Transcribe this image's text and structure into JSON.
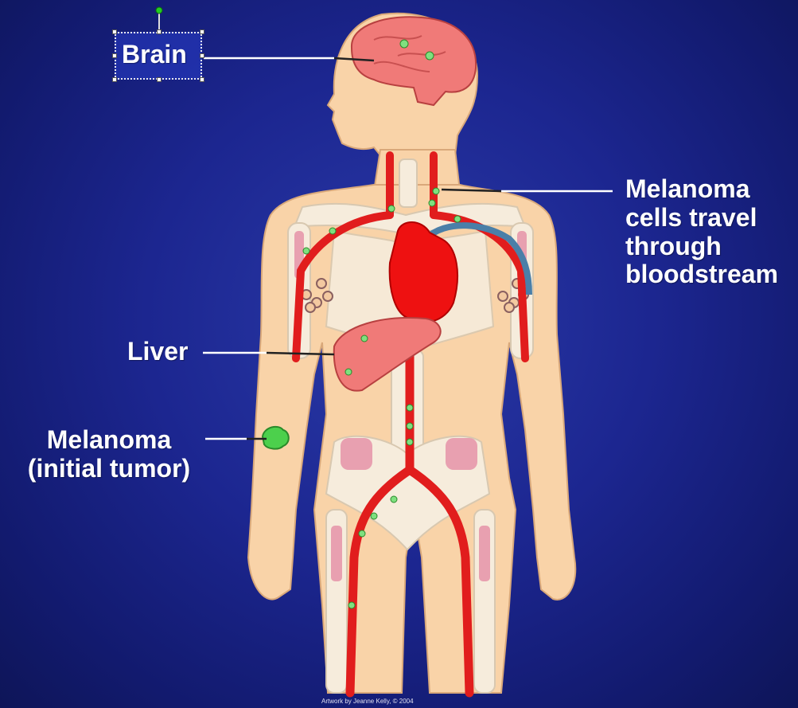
{
  "labels": {
    "brain": "Brain",
    "bloodstream": [
      "Melanoma",
      "cells travel",
      "through",
      "bloodstream"
    ],
    "liver": "Liver",
    "melanoma": [
      "Melanoma",
      "(initial tumor)"
    ]
  },
  "credit": "Artwork by Jeanne Kelly, © 2004",
  "colors": {
    "background": "#1c2690",
    "skin": "#f9d3a8",
    "bone": "#f6ecdc",
    "artery": "#e11d1d",
    "vein": "#4a7fa8",
    "organ": "#f07a78",
    "heart": "#ee1111",
    "tumor": "#4cd04c",
    "label": "#ffffff"
  },
  "icons": [
    "human-body-icon",
    "brain-icon",
    "heart-icon",
    "liver-icon",
    "tumor-icon",
    "melanoma-cell-icon"
  ]
}
